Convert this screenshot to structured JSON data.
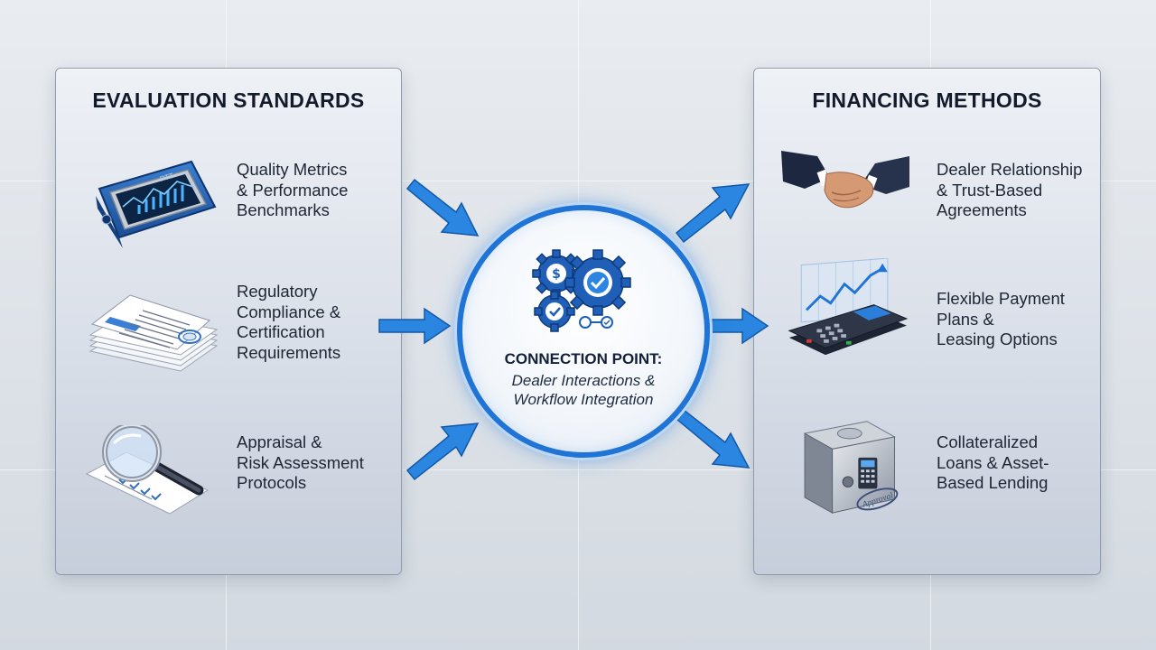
{
  "left_panel": {
    "title": "EVALUATION STANDARDS",
    "items": [
      {
        "label": "Quality Metrics\n& Performance\nBenchmarks",
        "icon": "tablet-dashboard-icon"
      },
      {
        "label": "Regulatory\nCompliance &\nCertification\nRequirements",
        "icon": "documents-stack-icon"
      },
      {
        "label": "Appraisal &\nRisk Assessment\nProtocols",
        "icon": "magnifier-checklist-icon"
      }
    ]
  },
  "center": {
    "title": "CONNECTION POINT:",
    "subtitle": "Dealer Interactions &\nWorkflow Integration",
    "icon": "gears-icon"
  },
  "right_panel": {
    "title": "FINANCING METHODS",
    "items": [
      {
        "label": "Dealer Relationship\n& Trust-Based\nAgreements",
        "icon": "handshake-icon"
      },
      {
        "label": "Flexible Payment\nPlans &\nLeasing Options",
        "icon": "payment-terminal-icon"
      },
      {
        "label": "Collateralized\nLoans & Asset-\nBased Lending",
        "icon": "safe-icon"
      }
    ]
  },
  "icons": {
    "safe_stamp": "Approval",
    "dashboard_text": "PTT"
  },
  "colors": {
    "accent": "#1f74d6",
    "arrow": "#2a86e0",
    "panel_border": "#8f9bb0",
    "title_text": "#121a2b"
  }
}
